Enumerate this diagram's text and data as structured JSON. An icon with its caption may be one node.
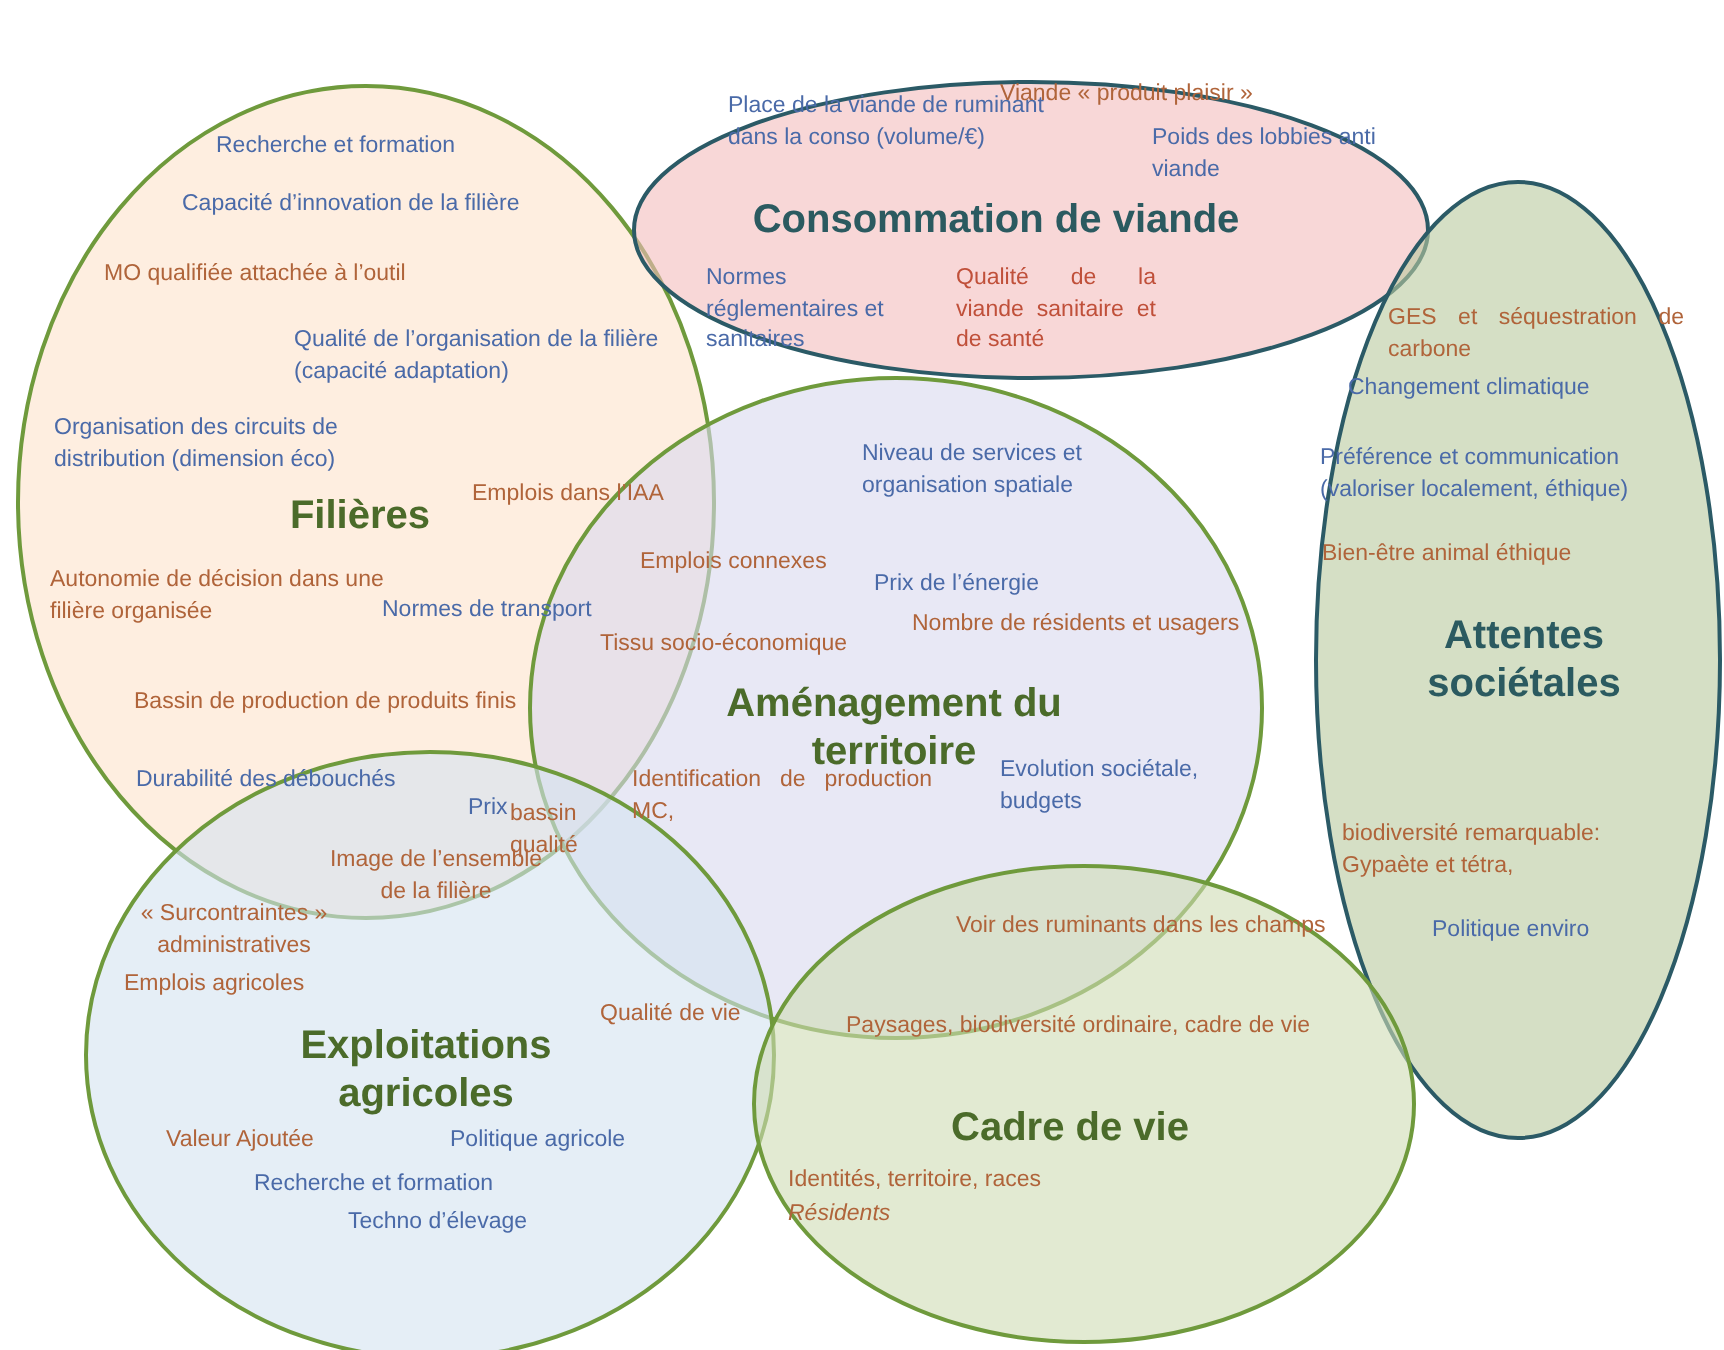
{
  "diagram": {
    "nodes": [
      {
        "text": [
          "Filières"
        ]
      },
      {
        "text": [
          "Consommation de viande"
        ]
      },
      {
        "text": [
          "Attentes sociétales"
        ]
      },
      {
        "text": [
          "Aménagement du territoire"
        ]
      },
      {
        "text": [
          "Exploitations agricoles"
        ]
      },
      {
        "text": [
          "Cadre de vie"
        ]
      }
    ],
    "labels": [
      "Recherche et formation",
      "Capacité d’innovation de la filière",
      "MO qualifiée attachée à l’outil",
      "Qualité de l’organisation de la filière (capacité adaptation)",
      "Organisation des circuits de distribution (dimension éco)",
      "Emplois dans l’IAA",
      "Autonomie de décision dans une filière organisée",
      "Normes de transport",
      "Bassin de production de produits finis",
      "Durabilité des débouchés",
      "Place de la viande de ruminant dans la conso (volume/€)",
      "Viande « produit plaisir »",
      "Poids des lobbies anti viande",
      "Normes réglementaires et sanitaires",
      "Qualité de la viande sanitaire et de santé",
      "GES et séquestration de carbone",
      "Changement climatique",
      "Préférence et communication (valoriser localement, éthique)",
      "Bien-être animal éthique",
      "biodiversité remarquable: Gypaète et tétra,",
      "Politique enviro",
      "Niveau de services et organisation spatiale",
      "Emplois connexes",
      "Prix de l’énergie",
      "Tissu socio-économique",
      "Nombre de résidents et usagers",
      "Identification de production MC,",
      "Evolution sociétale, budgets",
      "Prix",
      "bassin qualité",
      "Image de l’ensemble de la filière",
      "« Surcontraintes » administratives",
      "Emplois agricoles",
      "Qualité de vie",
      "Valeur Ajoutée",
      "Politique agricole",
      "Recherche et formation",
      "Techno d’élevage",
      "Voir des ruminants dans les champs",
      "Paysages, biodiversité ordinaire, cadre de vie",
      "Identités, territoire, races",
      "Résidents"
    ]
  }
}
